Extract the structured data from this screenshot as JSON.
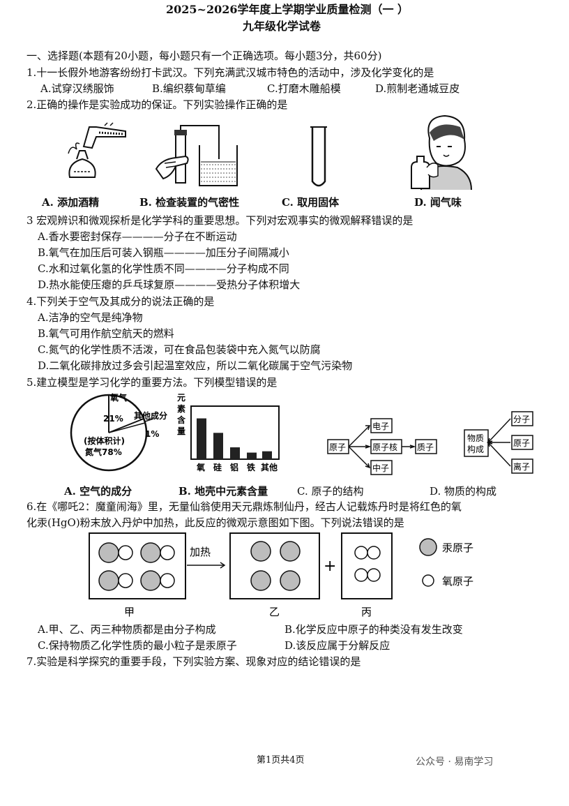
{
  "header": {
    "title": "2025~2026学年度上学期学业质量检测（一 ）",
    "subtitle": "九年级化学试卷"
  },
  "section1": "一、选择题(本题有20小题，每小题只有一个正确选项。每小题3分，共60分)",
  "q1": {
    "stem": "1.十一长假外地游客纷纷打卡武汉。下列充满武汉城市特色的活动中，涉及化学变化的是",
    "a": "A.试穿汉绣服饰",
    "b": "B.编织蔡甸草编",
    "c": "C.打磨木雕船模",
    "d": "D.煎制老通城豆皮"
  },
  "q2": {
    "stem": "2.正确的操作是实验成功的保证。下列实验操作正确的是",
    "a": "A. 添加酒精",
    "b": "B. 检查装置的气密性",
    "c": "C. 取用固体",
    "d": "D. 闻气味"
  },
  "q3": {
    "stem": "3 宏观辨识和微观探析是化学学科的重要思想。下列对宏观事实的微观解释错误的是",
    "a": "A.香水要密封保存————分子在不断运动",
    "b": "B.氧气在加压后可装入钢瓶————加压分子间隔减小",
    "c": "C.水和过氧化氢的化学性质不同————分子构成不同",
    "d": "D.热水能使压瘪的乒乓球复原————受热分子体积增大"
  },
  "q4": {
    "stem": "4.下列关于空气及其成分的说法正确的是",
    "a": "A.洁净的空气是纯净物",
    "b": "B.氧气可用作航空航天的燃料",
    "c": "C.氮气的化学性质不活泼，可在食品包装袋中充入氮气以防腐",
    "d": "D.二氧化碳排放过多会引起温室效应，所以二氧化碳属于空气污染物"
  },
  "q5": {
    "stem": "5.建立模型是学习化学的重要方法。下列模型错误的是",
    "pie": {
      "o2_label": "氧气",
      "o2_pct": "21%",
      "other_label": "其他成分",
      "other_pct": "1%",
      "n2_note": "(按体积计)",
      "n2_label": "氮气78%"
    },
    "bar": {
      "ylabel": [
        "元",
        "素",
        "含",
        "量"
      ],
      "categories": [
        "氧",
        "硅",
        "铝",
        "铁",
        "其他"
      ],
      "values": [
        62,
        40,
        18,
        10,
        12
      ]
    },
    "atom": {
      "atom": "原子",
      "electron": "电子",
      "nucleus": "原子核",
      "proton": "质子",
      "neutron": "中子"
    },
    "matter": {
      "center": [
        "物质",
        "构成"
      ],
      "molecule": "分子",
      "atom": "原子",
      "ion": "离子"
    },
    "a": "A. 空气的成分",
    "b": "B. 地壳中元素含量",
    "c": "C. 原子的结构",
    "d": "D. 物质的构成"
  },
  "q6": {
    "stem1": "6.在《哪吒2：魔童闹海》里，无量仙翁使用天元鼎炼制仙丹，经古人记载炼丹时是将红色的氧",
    "stem2": "化汞(HgO)粉末放入丹炉中加热，此反应的微观示意图如下图。下列说法错误的是",
    "heat": "加热",
    "plus": "+",
    "jia": "甲",
    "yi": "乙",
    "bing": "丙",
    "legend_hg": "汞原子",
    "legend_o": "氧原子",
    "a": "A.甲、乙、丙三种物质都是由分子构成",
    "b": "B.化学反应中原子的种类没有发生改变",
    "c": "C.保持物质乙化学性质的最小粒子是汞原子",
    "d": "D.该反应属于分解反应"
  },
  "q7": {
    "stem": "7.实验是科学探究的重要手段，下列实验方案、现象对应的结论错误的是"
  },
  "footer": {
    "page": "第1页共4页",
    "watermark": "公众号 · 易南学习"
  },
  "colors": {
    "ink": "#111111",
    "hg_fill": "#bdbdbd"
  }
}
